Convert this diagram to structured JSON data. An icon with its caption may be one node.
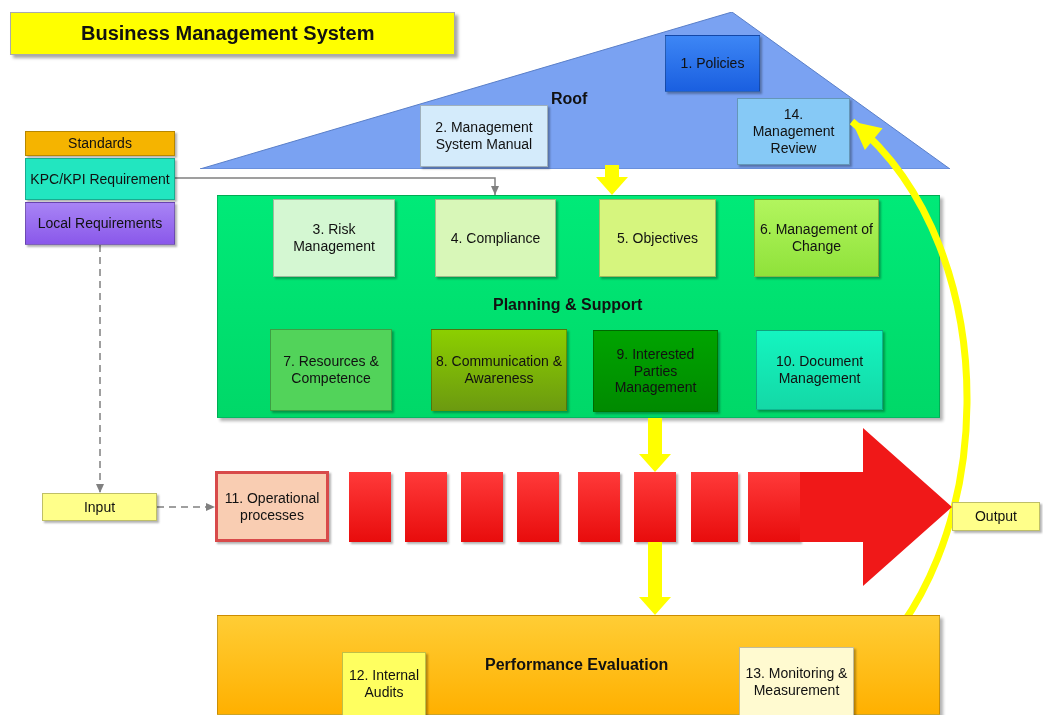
{
  "diagram": {
    "title": "Business Management System",
    "nodes": [
      {
        "text": [
          "Roof"
        ]
      },
      {
        "text": [
          "1. Policies"
        ],
        "in": 0
      },
      {
        "text": [
          "2. Management System Manual"
        ],
        "in": 0
      },
      {
        "text": [
          "14. Management Review"
        ],
        "in": 0
      },
      {
        "text": [
          "Standards"
        ]
      },
      {
        "text": [
          "KPC/KPI Requirement"
        ]
      },
      {
        "text": [
          "Local Requirements"
        ]
      },
      {
        "text": [
          "Planning & Support"
        ]
      },
      {
        "text": [
          "3. Risk Management"
        ],
        "in": 7
      },
      {
        "text": [
          "4. Compliance"
        ],
        "in": 7
      },
      {
        "text": [
          "5. Objectives"
        ],
        "in": 7
      },
      {
        "text": [
          "6. Management of Change"
        ],
        "in": 7
      },
      {
        "text": [
          "7. Resources & Competence"
        ],
        "in": 7
      },
      {
        "text": [
          "8. Communication & Awareness"
        ],
        "in": 7
      },
      {
        "text": [
          "9. Interested Parties Management"
        ],
        "in": 7
      },
      {
        "text": [
          "10. Document Management"
        ],
        "in": 7
      },
      {
        "text": [
          "Input"
        ]
      },
      {
        "text": [
          "11. Operational processes"
        ]
      },
      {
        "text": [],
        "shape": "box"
      },
      {
        "text": [],
        "shape": "box"
      },
      {
        "text": [],
        "shape": "box"
      },
      {
        "text": [],
        "shape": "box"
      },
      {
        "text": [],
        "shape": "box"
      },
      {
        "text": [],
        "shape": "box"
      },
      {
        "text": [],
        "shape": "box"
      },
      {
        "text": [],
        "shape": "box"
      },
      {
        "text": [
          "Output"
        ]
      },
      {
        "text": [
          "Performance Evaluation"
        ]
      },
      {
        "text": [
          "12. Internal Audits"
        ],
        "in": 27
      },
      {
        "text": [
          "13. Monitoring & Measurement"
        ],
        "in": 27
      }
    ],
    "edges": [
      {
        "from": 5,
        "to": 7,
        "arrow": "to",
        "color": "#808080"
      },
      {
        "from": 6,
        "to": 16,
        "arrow": "to",
        "style": "dashed",
        "color": "#808080"
      },
      {
        "from": 16,
        "to": 17,
        "arrow": "to",
        "style": "dashed",
        "color": "#808080"
      },
      {
        "from": 0,
        "to": 7,
        "arrow": "to",
        "style": "thick",
        "color": "#ffff00"
      },
      {
        "from": 7,
        "to": 23,
        "arrow": "to",
        "style": "thick",
        "color": "#ffff00"
      },
      {
        "from": 23,
        "to": 27,
        "arrow": "to",
        "style": "thick",
        "color": "#ffff00"
      },
      {
        "from": 29,
        "to": 3,
        "arrow": "to",
        "style": "thick",
        "color": "#ffff00"
      },
      {
        "from": 25,
        "to": 26,
        "arrow": "to",
        "style": "thick",
        "color": "#f01818"
      }
    ]
  }
}
